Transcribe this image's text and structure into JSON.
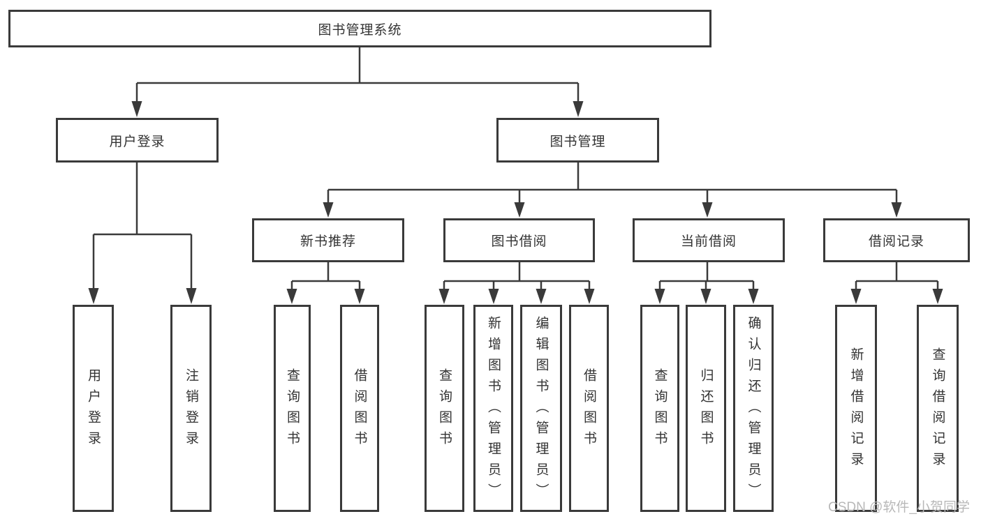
{
  "diagram": {
    "title": "图书管理系统",
    "root": {
      "label": "图书管理系统"
    },
    "level2": [
      {
        "label": "用户登录"
      },
      {
        "label": "图书管理"
      }
    ],
    "level3": [
      {
        "label": "新书推荐"
      },
      {
        "label": "图书借阅"
      },
      {
        "label": "当前借阅"
      },
      {
        "label": "借阅记录"
      }
    ],
    "leaves": [
      {
        "label": "用户登录",
        "parent": "用户登录"
      },
      {
        "label": "注销登录",
        "parent": "用户登录"
      },
      {
        "label": "查询图书",
        "parent": "新书推荐"
      },
      {
        "label": "借阅图书",
        "parent": "新书推荐"
      },
      {
        "label": "查询图书",
        "parent": "图书借阅"
      },
      {
        "label": "新增图书（管理员）",
        "parent": "图书借阅"
      },
      {
        "label": "编辑图书（管理员）",
        "parent": "图书借阅"
      },
      {
        "label": "借阅图书",
        "parent": "图书借阅"
      },
      {
        "label": "查询图书",
        "parent": "当前借阅"
      },
      {
        "label": "归还图书",
        "parent": "当前借阅"
      },
      {
        "label": "确认归还（管理员）",
        "parent": "当前借阅"
      },
      {
        "label": "新增借阅记录",
        "parent": "借阅记录"
      },
      {
        "label": "查询借阅记录",
        "parent": "借阅记录"
      }
    ]
  },
  "watermark": {
    "text": "CSDN @软件_小贺同学"
  },
  "colors": {
    "line": "#3a3a3a",
    "text": "#333333",
    "watermark": "#b8b8b8",
    "background": "#ffffff"
  }
}
